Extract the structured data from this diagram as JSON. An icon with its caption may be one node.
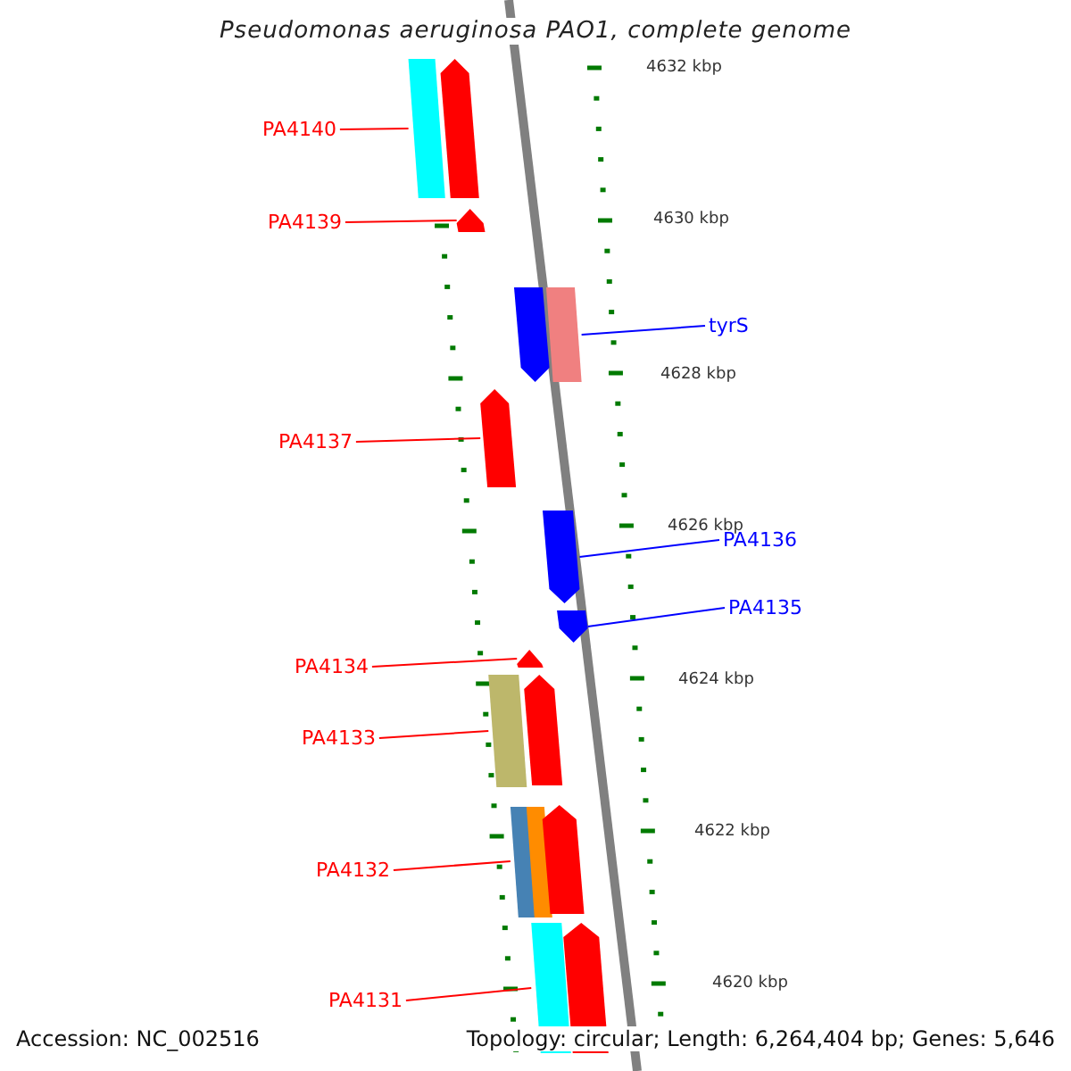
{
  "diagram": {
    "title": "Pseudomonas aeruginosa PAO1, complete genome",
    "nodes": [
      {
        "text": [
          "PA4140"
        ]
      },
      {
        "text": [
          "PA4139"
        ]
      },
      {
        "text": [
          "tyrS"
        ]
      },
      {
        "text": [
          "PA4137"
        ]
      },
      {
        "text": [
          "PA4136"
        ]
      },
      {
        "text": [
          "PA4135"
        ]
      },
      {
        "text": [
          "PA4134"
        ]
      },
      {
        "text": [
          "PA4133"
        ]
      },
      {
        "text": [
          "PA4132"
        ]
      },
      {
        "text": [
          "PA4131"
        ]
      },
      {
        "text": [],
        "shape": "bar"
      },
      {
        "text": [],
        "shape": "bar"
      },
      {
        "text": [],
        "shape": "bar"
      },
      {
        "text": [],
        "shape": "bar"
      },
      {
        "text": [],
        "shape": "bar"
      },
      {
        "text": [],
        "shape": "bar"
      },
      {
        "text": [],
        "shape": "bar"
      },
      {
        "text": [],
        "shape": "bar"
      },
      {
        "text": [],
        "shape": "bar"
      },
      {
        "text": [],
        "shape": "bar"
      }
    ],
    "edges": [
      {
        "from": 0,
        "to": 10,
        "arrow": "none"
      },
      {
        "from": 1,
        "to": 11,
        "arrow": "none"
      },
      {
        "from": 2,
        "to": 12,
        "arrow": "none",
        "color": "#0000ff"
      },
      {
        "from": 3,
        "to": 13,
        "arrow": "none"
      },
      {
        "from": 4,
        "to": 14,
        "arrow": "none",
        "color": "#0000ff"
      },
      {
        "from": 5,
        "to": 15,
        "arrow": "none",
        "color": "#0000ff"
      },
      {
        "from": 6,
        "to": 16,
        "arrow": "none"
      },
      {
        "from": 7,
        "to": 17,
        "arrow": "none"
      },
      {
        "from": 8,
        "to": 18,
        "arrow": "none"
      },
      {
        "from": 9,
        "to": 19,
        "arrow": "none"
      }
    ],
    "labels": [
      "4632 kbp",
      "4630 kbp",
      "4628 kbp",
      "4626 kbp",
      "4624 kbp",
      "4622 kbp",
      "4620 kbp",
      "Accession: NC_002516",
      "Topology: circular; Length: 6,264,404 bp; Genes: 5,646"
    ]
  }
}
